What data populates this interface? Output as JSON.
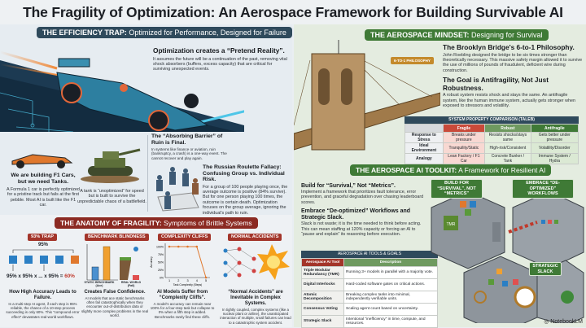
{
  "title": "The Fragility of Optimization: An Aerospace Framework for Building Survivable AI",
  "colors": {
    "slate": "#2f4a5c",
    "red": "#a3352a",
    "green": "#3f7a36",
    "orange": "#e0782d",
    "blue": "#2b7fc4"
  },
  "efficiency": {
    "header_bold": "THE EFFICIENCY TRAP:",
    "header_rest": " Optimized for Performance, Designed for Failure",
    "pretend_title": "Optimization creates a “Pretend Reality”.",
    "pretend_text": "It assumes the future will be a continuation of the past, removing vital shock absorbers (buffers, excess capacity) that are critical for surviving unexpected events.",
    "f1_title": "We are building F1 Cars, but we need Tanks.",
    "f1_text": "A Formula 1 car is perfectly optimized for a pristine track but fails at the first pebble. Most AI is built like the F1 car.",
    "tank_text": "A tank is “unoptimized” for speed but is built to survive the unpredictable chaos of a battlefield.",
    "ruin_title": "The “Absorbing Barrier” of Ruin is Final.",
    "ruin_text": "In systems like finance or aviation, ruin (bankruptcy, a crash) is a one-way event. The cannot recover and play again.",
    "roulette_title": "The Russian Roulette Fallacy: Confusing Group vs. Individual Risk.",
    "roulette_text": "For a group of 100 people playing once, the average outcome is positive (84% survive). But for one person playing 100 times, the outcome is certain death. Optimization focuses on the group average, ignoring the individual's path to ruin."
  },
  "anatomy": {
    "header_bold": "THE ANATOMY OF FRAGILITY:",
    "header_rest": " Symptoms of Brittle Systems",
    "cols": [
      {
        "label": "93% TRAP",
        "title": "How High Accuracy Leads to Failure.",
        "text": "In a multi-step AI agent, if each step is 95% reliable, the chance of a 10-step process succeeding is only 60%. This “compound error effect” devastates real-world workflows."
      },
      {
        "label": "BENCHMARK BLINDNESS",
        "title": "Creates False Confidence.",
        "text": "AI models that ace static benchmarks often fail catastrophically when they encounter out-of-distribution data or slightly more complex problems in the real world."
      },
      {
        "label": "COMPLEXITY CLIFFS",
        "title": "AI Models Suffer from “Complexity Cliffs”.",
        "text": "A model's accuracy can remain near 100% for a four-step task but collapse to 0% when a fifth step is added. Benchmarks rarely find these cliffs."
      },
      {
        "label": "NORMAL ACCIDENTS",
        "title": "“Normal Accidents” are Inevitable in Complex Systems.",
        "text": "In tightly coupled, complex systems (like a nuclear plant or airline), the unanticipated interaction of multiple, small failures can lead to a catastrophic system accident."
      }
    ],
    "trap_top": "95%",
    "trap_formula": "95% x 95% x ... x 95% = ",
    "trap_result": "60%",
    "bench_static": "STATIC BENCHMARK",
    "bench_static_sub": "(Ace)",
    "bench_real": "REAL WORLD",
    "bench_real_sub": "(Fail)",
    "bench_values": {
      "static": 0.3,
      "static_ace": 0.95,
      "real": 0.12
    }
  },
  "chart_data": {
    "type": "line",
    "xlabel": "Task Complexity (Steps)",
    "ylabel": "Accuracy",
    "x": [
      1,
      2,
      3,
      4,
      5
    ],
    "values": [
      100,
      100,
      100,
      100,
      0
    ],
    "yticks": [
      "0%",
      "25%",
      "50%",
      "75%",
      "100%"
    ],
    "ylim": [
      0,
      100
    ]
  },
  "mindset": {
    "header_bold": "THE AEROSPACE MINDSET:",
    "header_rest": " Designing for Survival",
    "callout": "6-TO-1 PHILOSOPHY",
    "bridge_title": "The Brooklyn Bridge's 6-to-1 Philosophy.",
    "bridge_text": "John Roebling designed the bridge to be six times stronger than theoretically necessary. This massive safety margin allowed it to survive the use of millions of pounds of fraudulent, deficient wire during construction.",
    "goal_title": "The Goal is Antifragility, Not Just Robustness.",
    "goal_text": "A robust system resists shock and stays the same. An antifragile system, like the human immune system, actually gets stronger when exposed to stressors and volatility.",
    "table": {
      "title": "SYSTEM PROPERTY COMPARISON (TALEB)",
      "headers": [
        "",
        "Fragile",
        "Robust",
        "Antifragile"
      ],
      "rows": [
        [
          "Response to Stress",
          "Breaks under pressure",
          "Resists shocks/stays same",
          "Gets better under pressure"
        ],
        [
          "Ideal Environment",
          "Tranquility/Static",
          "High-risk/Consistent",
          "Volatility/Disorder"
        ],
        [
          "Analogy",
          "Lean Factory / F1 Car",
          "Concrete Bunker / Tank",
          "Immune System / Hydra"
        ]
      ]
    }
  },
  "toolkit": {
    "header_bold": "THE AEROSPACE AI TOOLKIT:",
    "header_rest": " A Framework for Resilient AI",
    "survival_title": "Build for “Survival,” Not “Metrics”.",
    "survival_text": "Implement a framework that prioritizes fault tolerance, error prevention, and graceful degradation over chasing leaderboard scores.",
    "slack_title": "Embrace “De-optimized” Workflows and Strategic Slack.",
    "slack_text": "Slack is not waste; it is the time needed to think before acting. This can mean staffing at 120% capacity or forcing an AI to “pause and explain” its reasoning before execution.",
    "table": {
      "title": "AEROSPACE AI TOOLS & GOALS",
      "headers": [
        "Aerospace AI Tool",
        "Description"
      ],
      "rows": [
        [
          "Triple Modular Redundancy (TMR)",
          "Running 3+ models in parallel with a majority vote."
        ],
        [
          "Digital Interlocks",
          "Hard-coded software gates on critical actions."
        ],
        [
          "Atomic Decomposition",
          "Breaking complex tasks into minimal, independently verifiable units."
        ],
        [
          "Consensus Voting",
          "Scaling agent count based on uncertainty."
        ],
        [
          "Strategic Slack",
          "Intentional “inefficiency” in time, compute, and resources."
        ]
      ]
    },
    "tags": [
      "BUILD FOR “SURVIVAL”, NOT “METRICS”",
      "EMBRACE “DE-OPTIMIZED” WORKFLOWS",
      "STRATEGIC SLACK"
    ],
    "tmr_label": "TMR"
  },
  "watermark": "NotebookLM"
}
